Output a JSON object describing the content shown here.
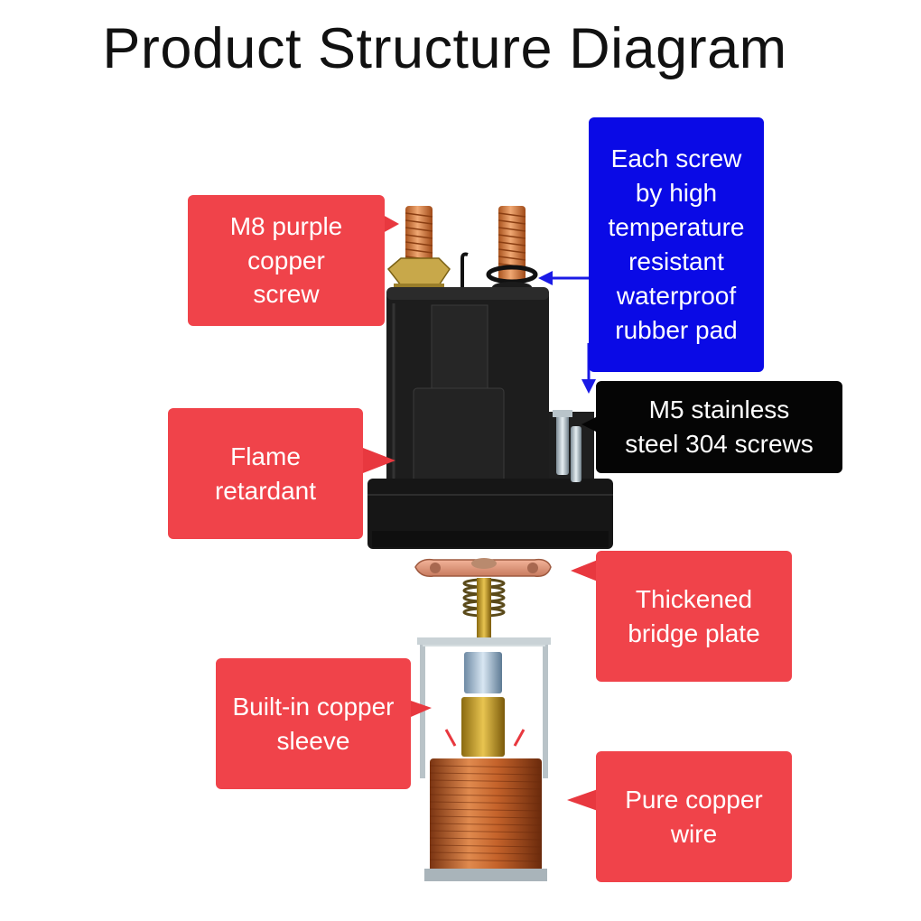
{
  "title": "Product Structure Diagram",
  "labels": {
    "m8_screw": "M8 purple\ncopper\nscrew",
    "rubber_pad": "Each screw\nby high\ntemperature\nresistant\nwaterproof\nrubber pad",
    "m5_screws": "M5 stainless\nsteel 304 screws",
    "flame": "Flame\nretardant",
    "bridge_plate": "Thickened\nbridge plate",
    "copper_sleeve": "Built-in copper\nsleeve",
    "copper_wire": "Pure copper\nwire"
  },
  "colors": {
    "label_red": "#f0434a",
    "label_blue": "#0a0ae6",
    "label_black": "#050505",
    "arrow_red": "#e8383f",
    "arrow_blue": "#1a1ae6"
  }
}
